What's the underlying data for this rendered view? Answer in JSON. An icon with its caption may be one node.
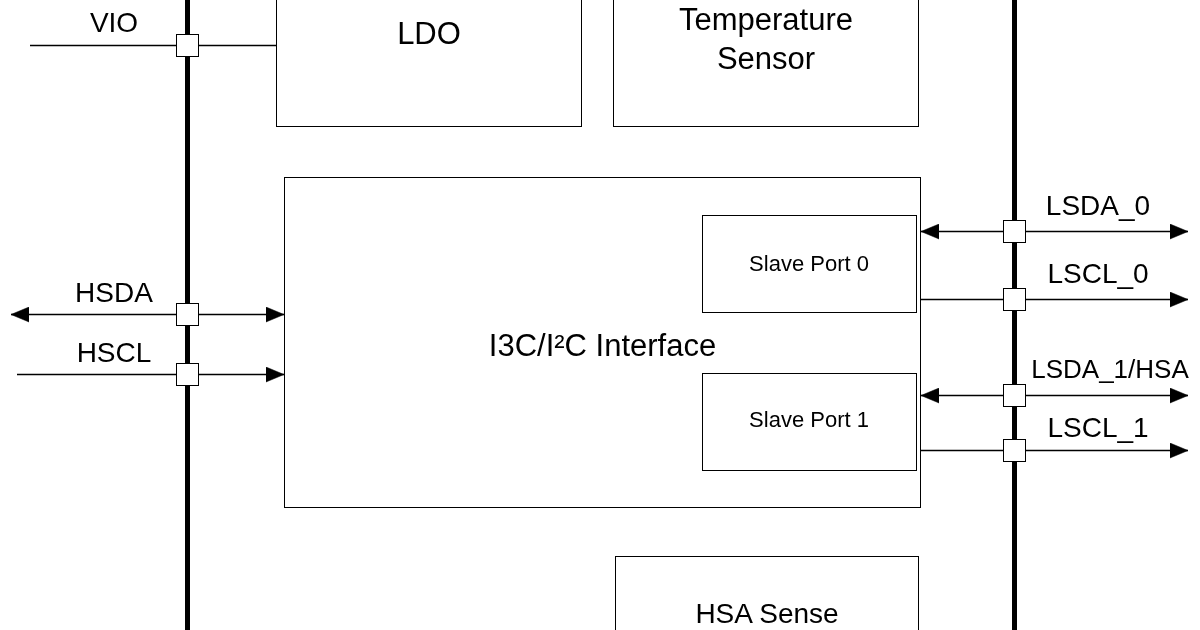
{
  "diagram": {
    "nodes": [
      {
        "text": [
          "LDO"
        ]
      },
      {
        "text": [
          "Temperature Sensor"
        ]
      },
      {
        "text": [
          "I3C/I²C Interface"
        ]
      },
      {
        "text": [
          "Slave Port 0"
        ],
        "in": 2
      },
      {
        "text": [
          "Slave Port 1"
        ],
        "in": 2
      },
      {
        "text": [
          "HSA Sense"
        ]
      },
      {
        "text": [],
        "shape": "box"
      },
      {
        "text": [],
        "shape": "box"
      },
      {
        "text": [],
        "shape": "box"
      },
      {
        "text": [],
        "shape": "box"
      },
      {
        "text": [],
        "shape": "box"
      },
      {
        "text": [],
        "shape": "box"
      },
      {
        "text": [],
        "shape": "box"
      }
    ],
    "edges": [
      {
        "from": null,
        "to": 6,
        "arrow": "none",
        "label": "VIO"
      },
      {
        "from": 6,
        "to": 0,
        "arrow": "none"
      },
      {
        "from": 7,
        "to": null,
        "arrow": "to",
        "label": "HSDA"
      },
      {
        "from": 7,
        "to": 2,
        "arrow": "to"
      },
      {
        "from": null,
        "to": 8,
        "arrow": "none",
        "label": "HSCL"
      },
      {
        "from": 8,
        "to": 2,
        "arrow": "to"
      },
      {
        "from": 9,
        "to": 2,
        "arrow": "to"
      },
      {
        "from": 9,
        "to": null,
        "arrow": "to",
        "label": "LSDA_0"
      },
      {
        "from": 2,
        "to": 10,
        "arrow": "none"
      },
      {
        "from": 10,
        "to": null,
        "arrow": "to",
        "label": "LSCL_0"
      },
      {
        "from": 11,
        "to": 2,
        "arrow": "to"
      },
      {
        "from": 11,
        "to": null,
        "arrow": "to",
        "label": "LSDA_1/HSA"
      },
      {
        "from": 2,
        "to": 12,
        "arrow": "none"
      },
      {
        "from": 12,
        "to": null,
        "arrow": "to",
        "label": "LSCL_1"
      }
    ]
  }
}
